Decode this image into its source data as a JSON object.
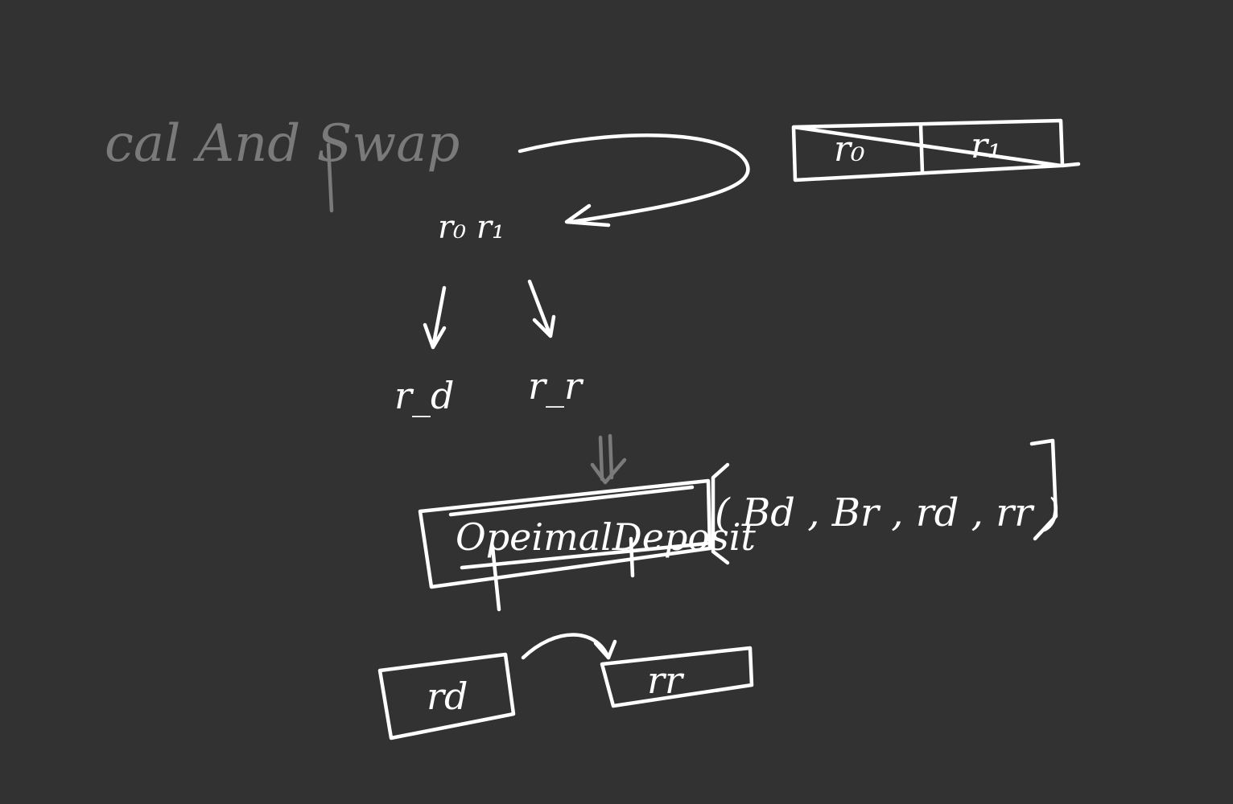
{
  "background_color": "#323232",
  "ink_color": "#ffffff",
  "grey_ink_color": "#7a7a7a",
  "title": "cal And Swap",
  "register_cells": [
    "r₀",
    "r₁"
  ],
  "inline_registers": "r₀ r₁",
  "split_outputs": {
    "left": "r_d",
    "right": "r_r"
  },
  "function_box": {
    "name": "OpeimalDeposit",
    "args": "( Bd , Br , rd , rr )"
  },
  "result_boxes": {
    "left": "rd",
    "right": "rr"
  }
}
